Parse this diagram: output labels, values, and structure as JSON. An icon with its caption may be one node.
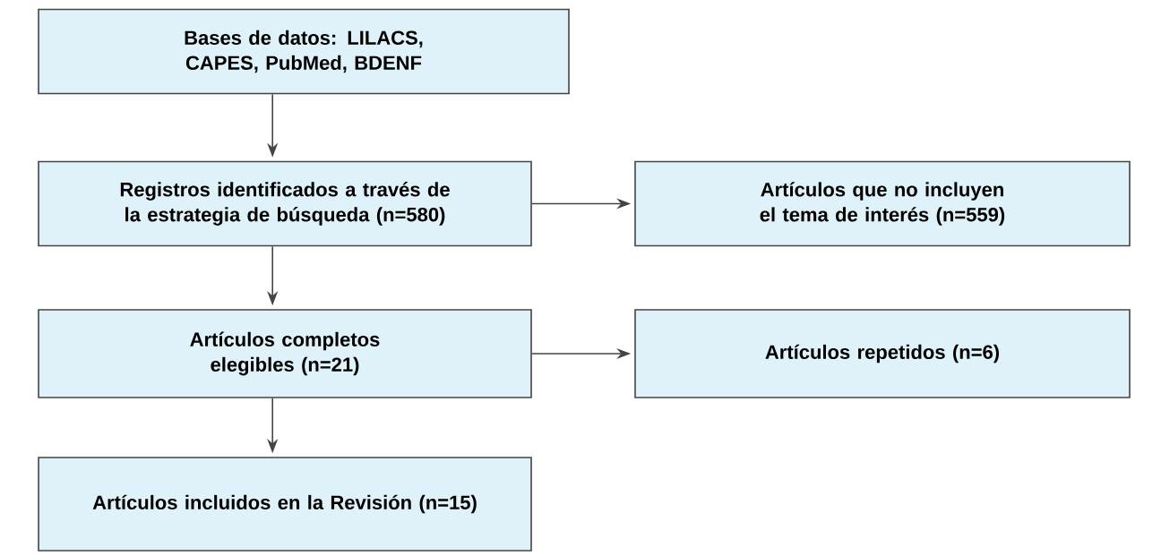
{
  "diagram": {
    "nodes": [
      {
        "text": [
          "Bases de datos: LILACS, CAPES, PubMed, BDENF"
        ]
      },
      {
        "text": [
          "Registros identificados a través de la estrategia de búsqueda (n=580)"
        ]
      },
      {
        "text": [
          "Artículos que no incluyen el tema de interés (n=559)"
        ]
      },
      {
        "text": [
          "Artículos completos elegibles (n=21)"
        ]
      },
      {
        "text": [
          "Artículos repetidos (n=6)"
        ]
      },
      {
        "text": [
          "Artículos incluidos en la Revisión (n=15)"
        ]
      }
    ],
    "edges": [
      {
        "from": 0,
        "to": 1,
        "arrow": "to"
      },
      {
        "from": 1,
        "to": 2,
        "arrow": "to"
      },
      {
        "from": 1,
        "to": 3,
        "arrow": "to"
      },
      {
        "from": 3,
        "to": 4,
        "arrow": "to"
      },
      {
        "from": 3,
        "to": 5,
        "arrow": "to"
      }
    ]
  }
}
